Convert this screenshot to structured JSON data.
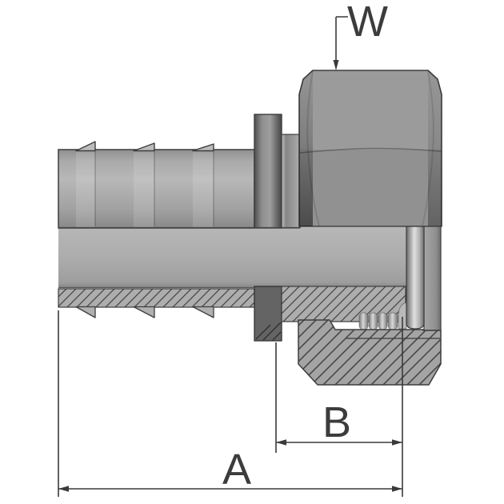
{
  "figure": {
    "type": "technical-drawing",
    "subject": "hose-barb-fitting-with-female-swivel-nut-half-section",
    "labels": {
      "w": "W",
      "b": "B",
      "a": "A"
    },
    "colors": {
      "background": "#ffffff",
      "metal_light": "#b6b6b6",
      "metal_mid": "#9b9b9b",
      "metal_dark": "#565656",
      "outline": "#3d3d3d",
      "dimension_lines": "#3a3a3a"
    }
  }
}
